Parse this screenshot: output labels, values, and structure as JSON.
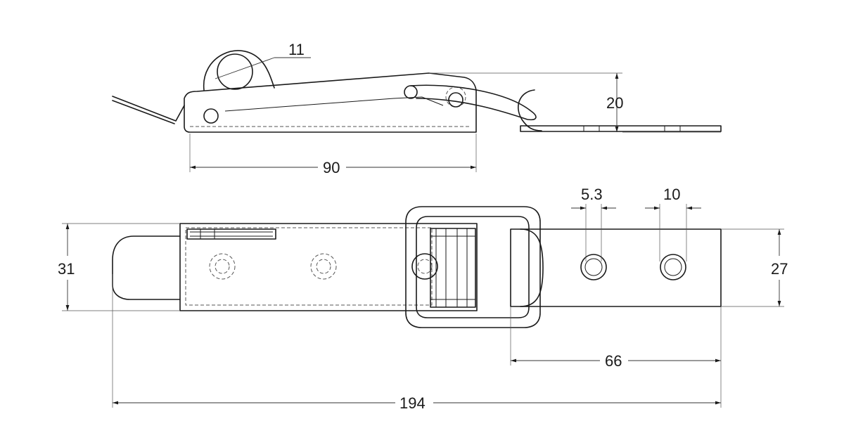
{
  "dimensions": {
    "hook_diameter": "11",
    "side_height": "20",
    "side_length": "90",
    "hole_diameter": "5.3",
    "hole_spacing": "10",
    "overall_width": "31",
    "plate_width": "27",
    "plate_length": "66",
    "overall_length": "194"
  }
}
